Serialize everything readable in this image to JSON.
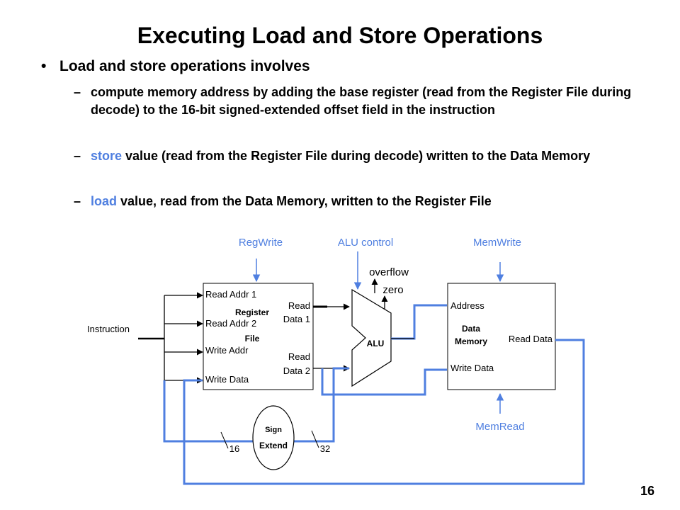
{
  "slide": {
    "title": "Executing Load and Store Operations",
    "bullet": "Load and store operations involves",
    "sub1": "compute memory address by adding the base register (read from the Register File during decode) to the 16-bit signed-extended offset field in the instruction",
    "sub2_kw": "store",
    "sub2_rest": " value (read from the Register File during decode) written to the Data Memory",
    "sub3_kw": "load",
    "sub3_rest": " value, read from the Data Memory, written to the Register File",
    "dash": "–",
    "bullet_mark": "•",
    "page_number": "16"
  },
  "diagram": {
    "control_regwrite": "RegWrite",
    "control_alu": "ALU control",
    "control_memwrite": "MemWrite",
    "control_memread": "MemRead",
    "overflow": "overflow",
    "zero": "zero",
    "instruction": "Instruction",
    "reg_read_addr1": "Read Addr 1",
    "reg_read_addr2": "Read Addr 2",
    "reg_write_addr": "Write Addr",
    "reg_write_data": "Write Data",
    "reg_title_1": "Register",
    "reg_title_2": "File",
    "reg_read_data1_a": "Read",
    "reg_read_data1_b": "Data 1",
    "reg_read_data2_a": "Read",
    "reg_read_data2_b": "Data 2",
    "alu_label": "ALU",
    "mem_address": "Address",
    "mem_title_1": "Data",
    "mem_title_2": "Memory",
    "mem_read_data": "Read Data",
    "mem_write_data": "Write Data",
    "sign_1": "Sign",
    "sign_2": "Extend",
    "width_16": "16",
    "width_32": "32",
    "colors": {
      "blue": "#4f7fe0",
      "control_text": "#4f7fe0"
    }
  }
}
